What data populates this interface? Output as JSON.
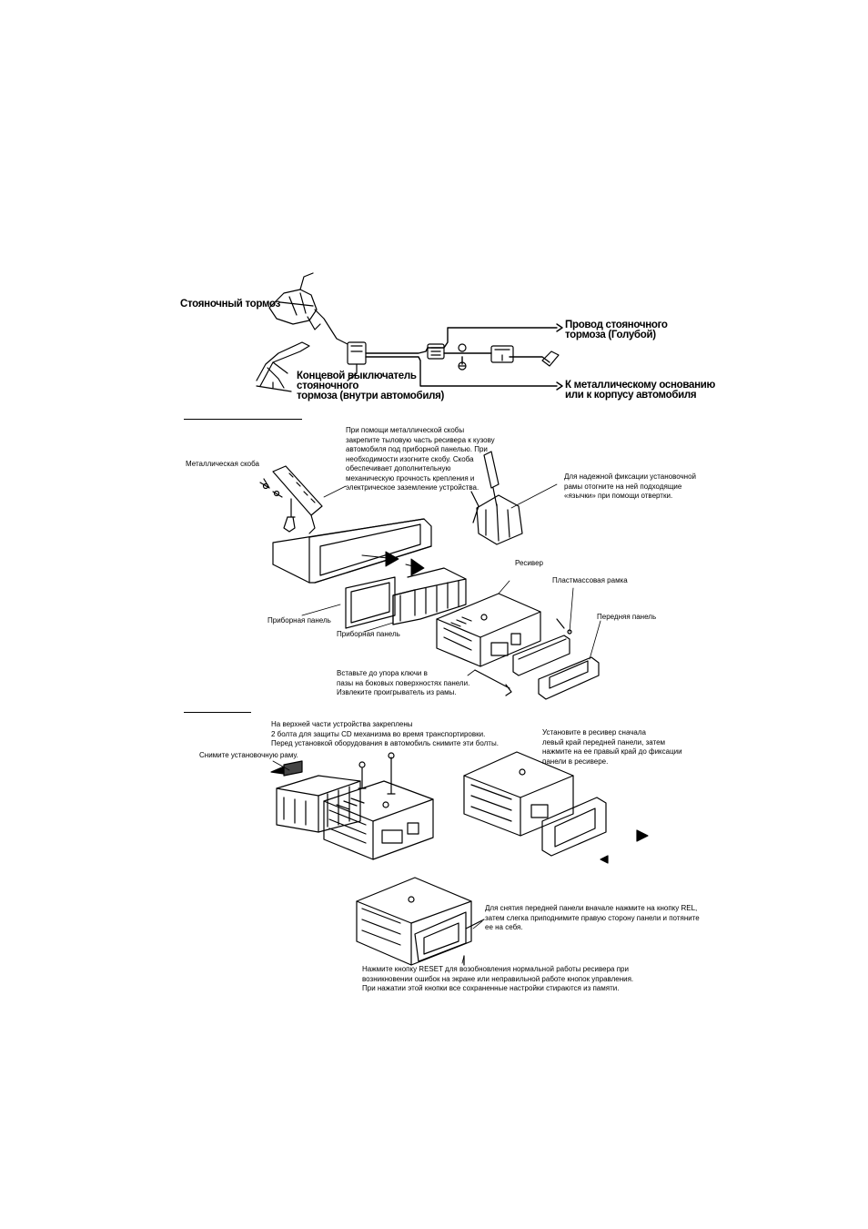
{
  "brake": {
    "parking_brake": "Стояночный тормоз",
    "switch_label": "Концевой выключатель\nстояночного\nтормоза (внутри автомобиля)",
    "wire_label": "Провод стояночного\nтормоза (Голубой)",
    "ground_label": "К металлическому основанию\nили к корпусу автомобиля"
  },
  "mount": {
    "bracket_note": "При помощи металлической скобы\nзакрепите тыловую часть ресивера к кузову\nавтомобиля под приборной панелью. При\nнеобходимости изогните скобу. Скоба\nобеспечивает дополнительную\nмеханическую прочность крепления и\nэлектрическое заземление устройства.",
    "metal_bracket": "Металлическая скоба",
    "frame_note": "Для надежной фиксации установочной\nрамы отогните на ней подходящие\n«язычки» при помощи отвертки.",
    "receiver": "Ресивер",
    "plastic_frame": "Пластмассовая рамка",
    "front_panel": "Передняя панель",
    "dashboard_1": "Приборная панель",
    "dashboard_2": "Приборная панель",
    "keys_note": "Вставьте до упора ключи в\nпазы на боковых поверхностях панели.\nИзвлеките проигрыватель из рамы."
  },
  "transport": {
    "bolts_note": "На верхней части устройства закреплены\n2 болта для защиты CD механизма во время транспортировки.\nПеред установкой оборудования в автомобиль снимите эти болты.",
    "remove_frame": "Снимите установочную раму.",
    "install_panel_note": "Установите в ресивер сначала\nлевый край передней панели, затем\nнажмите на ее правый край до фиксации\nпанели в ресивере.",
    "remove_panel_note": "Для снятия передней панели вначале нажмите на кнопку REL,\nзатем слегка приподнимите правую сторону панели и потяните\nее на себя.",
    "reset_note": "Нажмите кнопку RESET для возобновления нормальной работы ресивера при\nвозникновении ошибок на экране или неправильной работе кнопок управления.\nПри нажатии этой кнопки все сохраненные настройки стираются из памяти."
  }
}
